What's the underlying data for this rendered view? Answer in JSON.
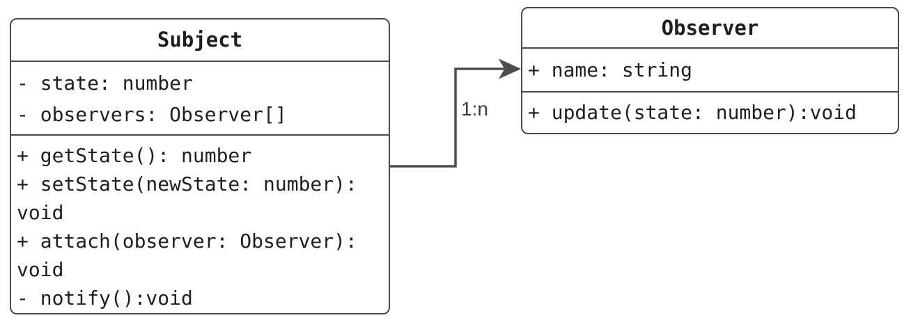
{
  "diagram": {
    "kind": "uml-class-diagram",
    "colors": {
      "background": "#ffffff",
      "box_fill": "#ffffff",
      "border": "#4a4a4a",
      "text": "#1f1f1f",
      "connector": "#4d4d4d",
      "label_text": "#3d3d3d"
    },
    "classes": [
      {
        "name": "Subject",
        "attributes": [
          "- state: number",
          "- observers: Observer[]"
        ],
        "method_lines": [
          "+ getState(): number",
          "+ setState(newState: number):",
          "void",
          "+ attach(observer: Observer):",
          "void",
          "- notify():void"
        ]
      },
      {
        "name": "Observer",
        "attributes": [
          "+ name: string"
        ],
        "method_lines": [
          "+ update(state: number):void"
        ]
      }
    ],
    "relation": {
      "label": "1:n",
      "direction": "subject-to-observer"
    }
  }
}
